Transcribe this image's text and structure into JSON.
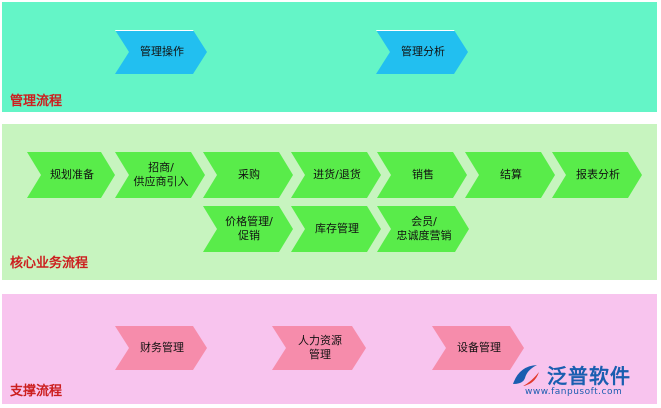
{
  "management": {
    "title": "管理流程",
    "steps": [
      "管理操作",
      "管理分析"
    ]
  },
  "core": {
    "title": "核心业务流程",
    "row1": [
      [
        "规划准备"
      ],
      [
        "招商/",
        "供应商引入"
      ],
      [
        "采购"
      ],
      [
        "进货/退货"
      ],
      [
        "销售"
      ],
      [
        "结算"
      ],
      [
        "报表分析"
      ]
    ],
    "row2": [
      [
        "价格管理/",
        "促销"
      ],
      [
        "库存管理"
      ],
      [
        "会员/",
        "忠诚度营销"
      ]
    ]
  },
  "support": {
    "title": "支撑流程",
    "steps": [
      [
        "财务管理"
      ],
      [
        "人力资源",
        "管理"
      ],
      [
        "设备管理"
      ]
    ]
  },
  "logo": {
    "name": "泛普软件",
    "url": "www.fanpusoft.com"
  },
  "colors": {
    "management_band": "#64f5c7",
    "core_band": "#c7f4bf",
    "support_band": "#f8c4ee",
    "management_chevron": "#22bff0",
    "core_chevron": "#59ec4a",
    "support_chevron": "#f68cab",
    "title_text": "#cc1f1f",
    "logo": "#1a5eb0"
  }
}
